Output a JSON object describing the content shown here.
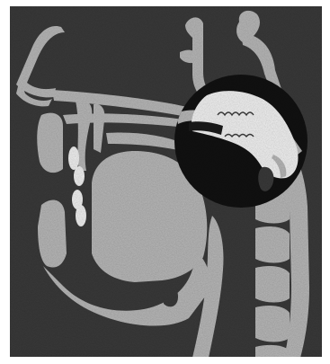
{
  "figure": {
    "kind": "sagittal-section-illustration",
    "labels": [],
    "colors": {
      "background": "#3a3a3a",
      "tissue": "#b9b9b9",
      "highlight_circle": "#111111",
      "airway_highlight": "#f4f4f4",
      "frame": "#ffffff"
    },
    "icons": [
      "head-sagittal-section",
      "magnified-nasopharynx-circle"
    ]
  }
}
